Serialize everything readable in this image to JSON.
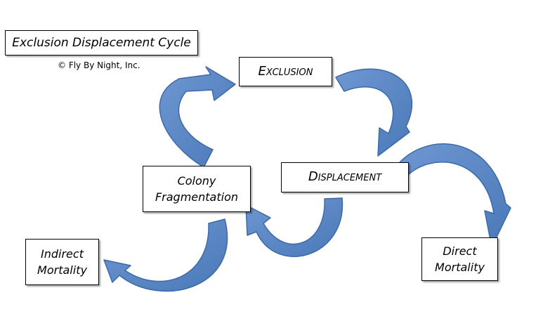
{
  "title": "Exclusion Displacement Cycle",
  "copyright": "© Fly By Night, Inc.",
  "nodes": {
    "exclusion": "Exclusion",
    "displacement": "Displacement",
    "colony_line1": "Colony",
    "colony_line2": "Fragmentation",
    "indirect_line1": "Indirect",
    "indirect_line2": "Mortality",
    "direct_line1": "Direct",
    "direct_line2": "Mortality"
  },
  "colors": {
    "arrow_fill": "#5b87c5",
    "arrow_stroke": "#3c6aa6"
  }
}
